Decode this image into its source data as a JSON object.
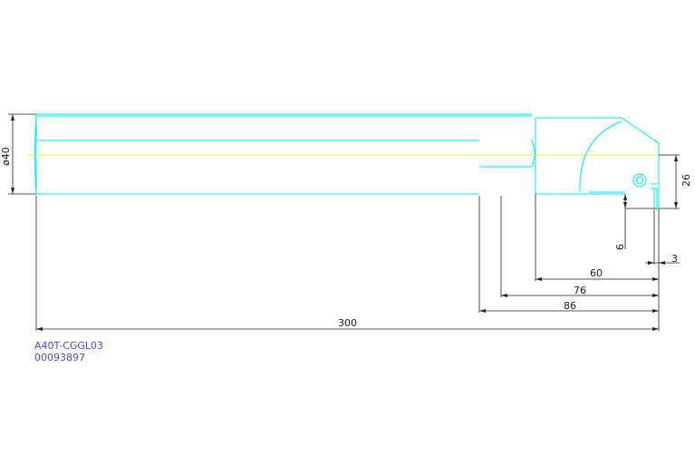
{
  "drawing": {
    "part_name": "A40T-CGGL03",
    "part_number": "00093897",
    "dimensions": {
      "diameter": "ø40",
      "height": "26",
      "notch": "6",
      "tip_offset": "3",
      "len_60": "60",
      "len_76": "76",
      "len_86": "86",
      "total_length": "300"
    }
  },
  "colors": {
    "outline": "#00e5f0",
    "centerline": "#e8e85a",
    "dimension": "#222222",
    "label": "#4b4bd0"
  }
}
